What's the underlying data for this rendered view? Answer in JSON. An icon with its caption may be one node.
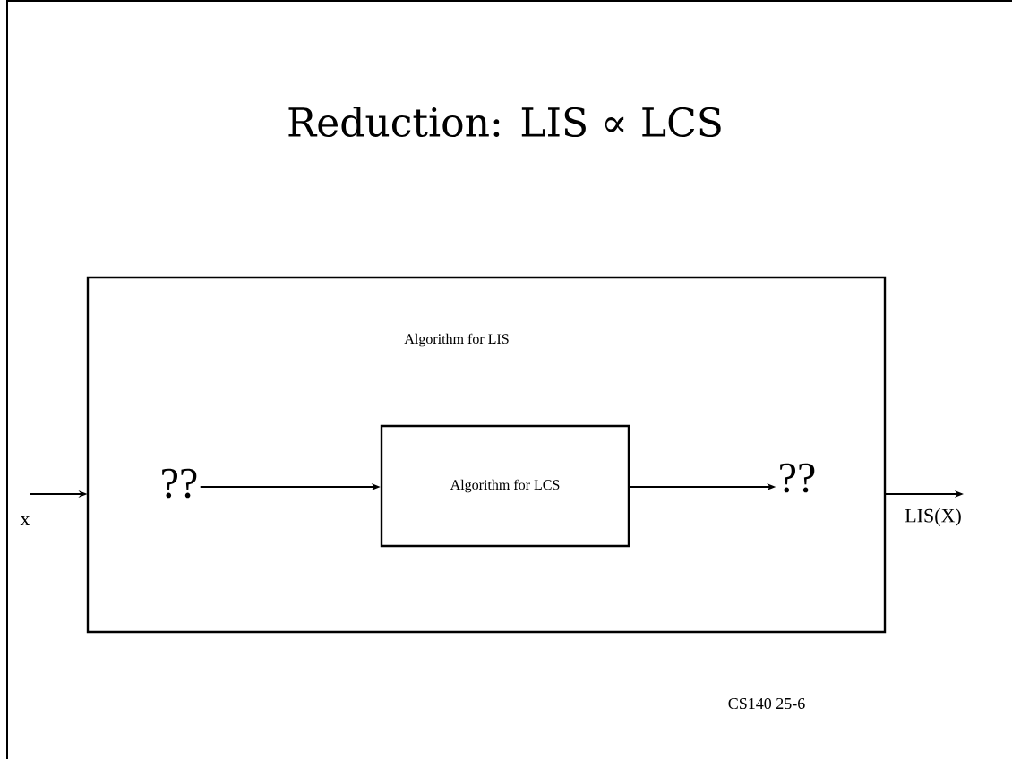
{
  "diagram": {
    "title": "Reduction:  LIS ∝ LCS",
    "nodes": [
      {
        "text": [
          "Algorithm for LIS"
        ]
      },
      {
        "text": [
          "??"
        ],
        "in": 0
      },
      {
        "text": [
          "Algorithm for LCS"
        ],
        "in": 0
      },
      {
        "text": [
          "??"
        ],
        "in": 0
      }
    ],
    "edges": [
      {
        "from": null,
        "to": 0,
        "arrow": "to",
        "label": "x"
      },
      {
        "from": 1,
        "to": 2,
        "arrow": "to"
      },
      {
        "from": 2,
        "to": 3,
        "arrow": "to"
      },
      {
        "from": 0,
        "to": null,
        "arrow": "to",
        "label": "LIS(X)"
      }
    ],
    "labels": [
      "CS140 25-6"
    ]
  }
}
